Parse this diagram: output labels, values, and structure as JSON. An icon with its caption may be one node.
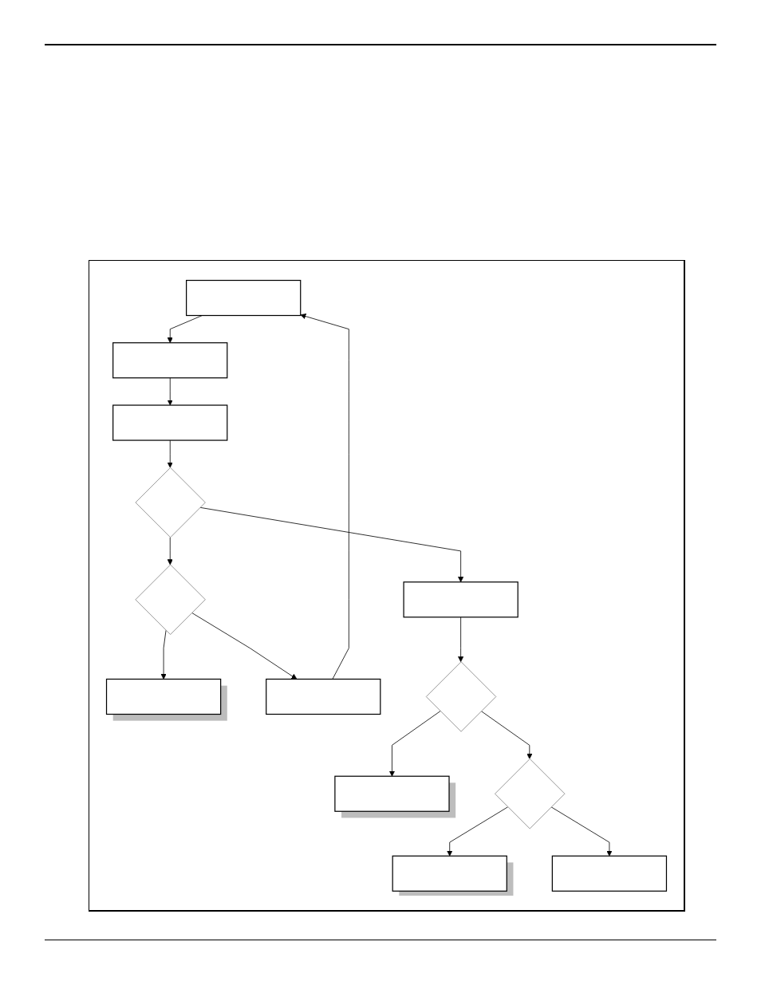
{
  "diagram": {
    "nodes": [
      {
        "text": [],
        "shape": "box"
      },
      {
        "text": [],
        "shape": "box"
      },
      {
        "text": [],
        "shape": "box"
      },
      {
        "text": [],
        "shape": "diamond"
      },
      {
        "text": [],
        "shape": "diamond"
      },
      {
        "text": [],
        "shape": "box"
      },
      {
        "text": [],
        "shape": "box"
      },
      {
        "text": [],
        "shape": "box"
      },
      {
        "text": [],
        "shape": "diamond"
      },
      {
        "text": [],
        "shape": "box"
      },
      {
        "text": [],
        "shape": "diamond"
      },
      {
        "text": [],
        "shape": "box"
      },
      {
        "text": [],
        "shape": "box"
      }
    ],
    "edges": [
      {
        "from": 0,
        "to": 1,
        "arrow": "to"
      },
      {
        "from": 1,
        "to": 2,
        "arrow": "to"
      },
      {
        "from": 2,
        "to": 3,
        "arrow": "to"
      },
      {
        "from": 3,
        "to": 4,
        "arrow": "to"
      },
      {
        "from": 4,
        "to": 6,
        "arrow": "to"
      },
      {
        "from": 6,
        "to": 0,
        "arrow": "to"
      },
      {
        "from": 4,
        "to": 5,
        "arrow": "to"
      },
      {
        "from": 3,
        "to": 7,
        "arrow": "to"
      },
      {
        "from": 7,
        "to": 8,
        "arrow": "to"
      },
      {
        "from": 8,
        "to": 9,
        "arrow": "to"
      },
      {
        "from": 8,
        "to": 10,
        "arrow": "to"
      },
      {
        "from": 10,
        "to": 11,
        "arrow": "to"
      },
      {
        "from": 10,
        "to": 12,
        "arrow": "to"
      }
    ]
  }
}
